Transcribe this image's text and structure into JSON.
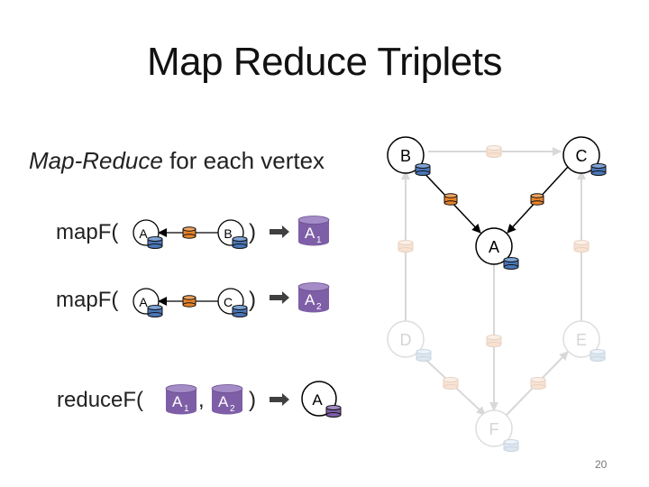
{
  "slide": {
    "title": "Map Reduce Triplets",
    "subtitle_italic": "Map-Reduce",
    "subtitle_rest": " for each vertex",
    "page_number": "20"
  },
  "functions": {
    "map": "mapF(",
    "reduce": "reduceF(",
    "close": ")",
    "comma": ","
  },
  "results": {
    "a1_letter": "A",
    "a1_sub": "1",
    "a2_letter": "A",
    "a2_sub": "2"
  },
  "examples": {
    "row1_src": "A",
    "row1_dst": "B",
    "row2_src": "A",
    "row2_dst": "C",
    "reduce_result": "A"
  },
  "graph": {
    "vertices": {
      "B": "B",
      "C": "C",
      "A": "A",
      "D": "D",
      "E": "E",
      "F": "F"
    }
  },
  "colors": {
    "vertex_blue": "#4b77b8",
    "edge_orange": "#e8832a",
    "purple": "#7e5fa7",
    "faded_vertex": "#dddddd",
    "faded_peach": "#f8e2d2",
    "faded_blue": "#dde7f1"
  }
}
